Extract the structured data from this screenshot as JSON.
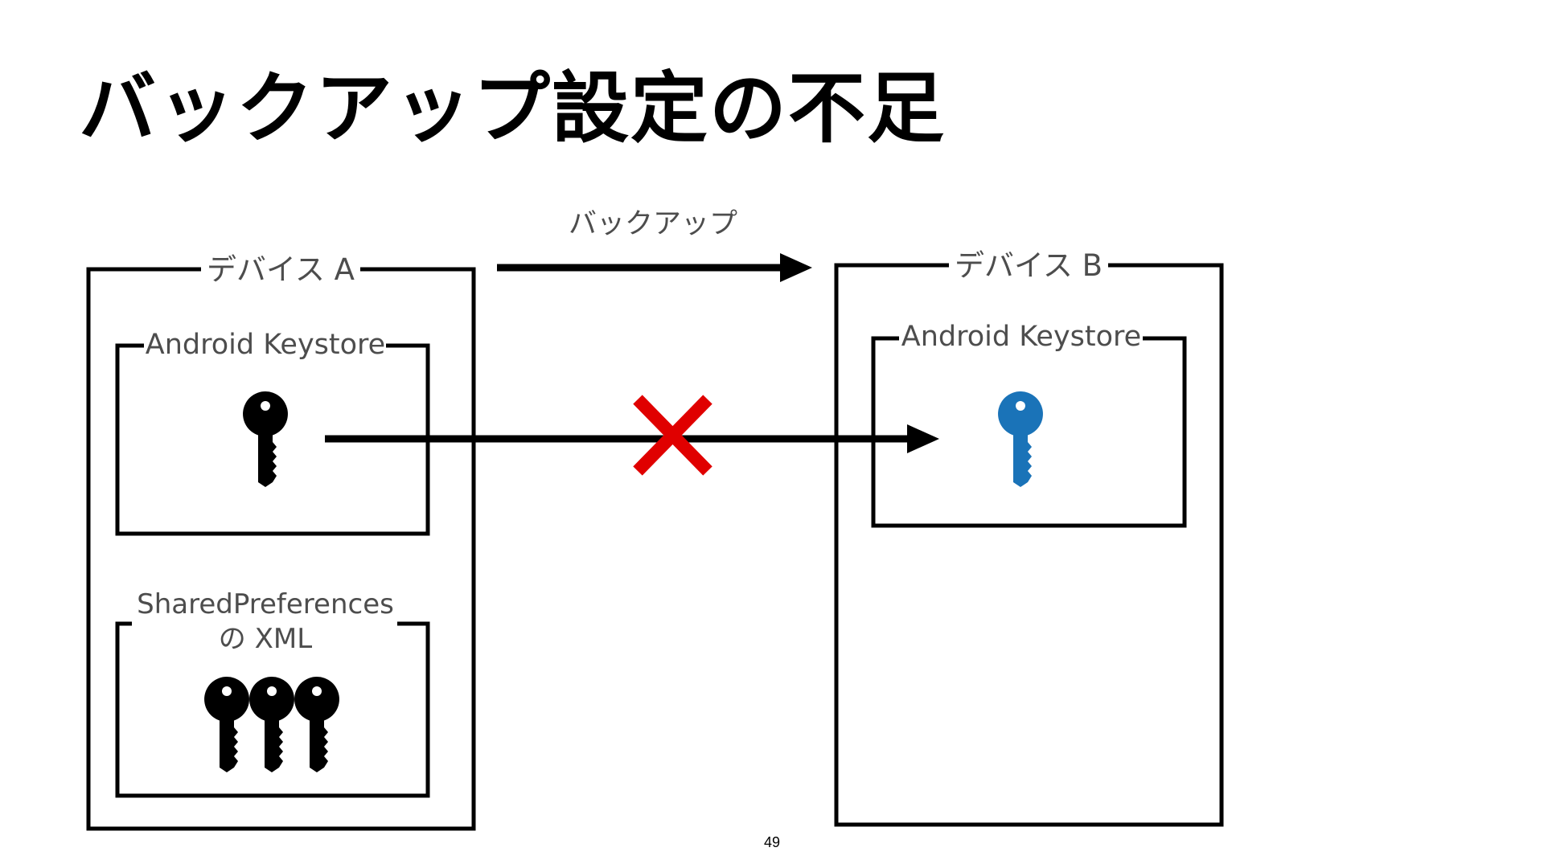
{
  "slide": {
    "title": "バックアップ設定の不足",
    "page_number": "49"
  },
  "arrows": {
    "backup_label": "バックアップ"
  },
  "device_a": {
    "label": "デバイス A",
    "keystore_label": "Android Keystore",
    "shared_prefs_label_line1": "SharedPreferences",
    "shared_prefs_label_line2": "の XML",
    "shared_prefs_key_count": 3
  },
  "device_b": {
    "label": "デバイス B",
    "keystore_label": "Android Keystore"
  },
  "icons": {
    "key_a": "key-icon",
    "key_b": "key-icon",
    "blocked": "cross-mark-icon"
  },
  "colors": {
    "key_a": "#000000",
    "key_b": "#1a73b8",
    "blocked": "#e00000",
    "label_text": "#4d4d4d"
  }
}
